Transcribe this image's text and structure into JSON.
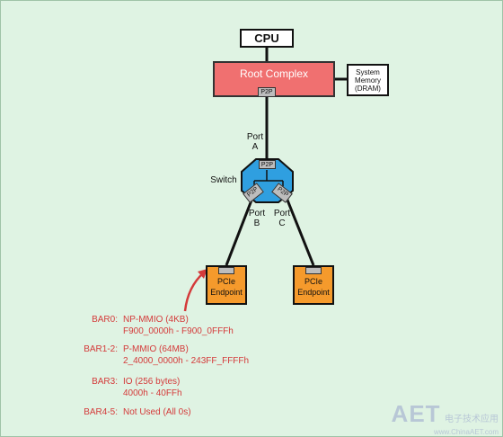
{
  "diagram": {
    "cpu": "CPU",
    "root_complex": "Root Complex",
    "system_memory": [
      "System",
      "Memory",
      "(DRAM)"
    ],
    "p2p": "P2P",
    "port_a": [
      "Port",
      "A"
    ],
    "switch": "Switch",
    "port_b": [
      "Port",
      "B"
    ],
    "port_c": [
      "Port",
      "C"
    ],
    "endpoint": [
      "PCIe",
      "Endpoint"
    ],
    "colors": {
      "background": "#dff3e3",
      "root_complex": "#f07070",
      "switch": "#2f9fe0",
      "endpoint": "#f59a2c",
      "bar_text": "#d43a3a"
    }
  },
  "bars": [
    {
      "name": "BAR0:",
      "lines": [
        "NP-MMIO (4KB)",
        "F900_0000h - F900_0FFFh"
      ]
    },
    {
      "name": "BAR1-2:",
      "lines": [
        "P-MMIO (64MB)",
        "2_4000_0000h - 243FF_FFFFh"
      ]
    },
    {
      "name": "BAR3:",
      "lines": [
        "IO (256 bytes)",
        "4000h - 40FFh"
      ]
    },
    {
      "name": "BAR4-5:",
      "lines": [
        "Not Used (All 0s)"
      ]
    }
  ],
  "watermark": {
    "logo": "AET",
    "chinese": "电子技术应用",
    "url": "www.ChinaAET.com"
  }
}
